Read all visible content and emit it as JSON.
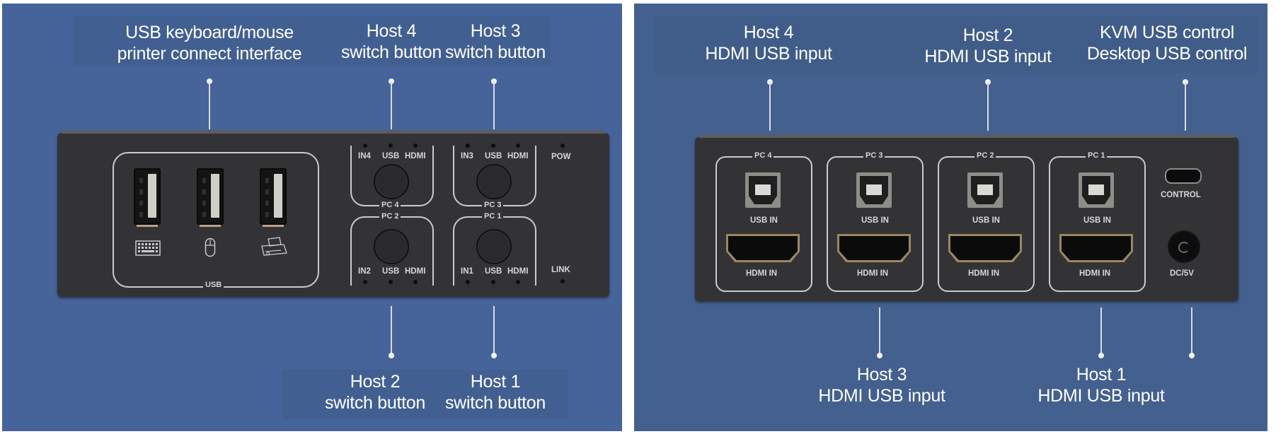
{
  "colors": {
    "panel_left_bg": "#46639a",
    "panel_right_bg": "#43608e",
    "device_body": "#333336",
    "callout_text": "#ffffff",
    "silkscreen": "#c9cbcf",
    "hdmi_gold": "#9c8760"
  },
  "front_panel": {
    "callouts_top": [
      {
        "line1": "USB keyboard/mouse",
        "line2": "printer connect interface"
      },
      {
        "line1": "Host 4",
        "line2": "switch button"
      },
      {
        "line1": "Host 3",
        "line2": "switch button"
      }
    ],
    "callouts_bottom": [
      {
        "line1": "Host 2",
        "line2": "switch button"
      },
      {
        "line1": "Host 1",
        "line2": "switch button"
      }
    ],
    "usb_group_label": "USB",
    "usb_ports": [
      {
        "icon": "keyboard-icon"
      },
      {
        "icon": "mouse-icon"
      },
      {
        "icon": "printer-icon"
      }
    ],
    "switch_groups": [
      {
        "pc": "PC 4",
        "in": "IN4",
        "usb": "USB",
        "hdmi": "HDMI"
      },
      {
        "pc": "PC 3",
        "in": "IN3",
        "usb": "USB",
        "hdmi": "HDMI"
      },
      {
        "pc": "PC 2",
        "in": "IN2",
        "usb": "USB",
        "hdmi": "HDMI"
      },
      {
        "pc": "PC 1",
        "in": "IN1",
        "usb": "USB",
        "hdmi": "HDMI"
      }
    ],
    "pow_label": "POW",
    "link_label": "LINK"
  },
  "rear_panel": {
    "callouts_top": [
      {
        "line1": "Host 4",
        "line2": "HDMI USB input"
      },
      {
        "line1": "Host 2",
        "line2": "HDMI USB input"
      },
      {
        "line1": "KVM USB control",
        "line2": "Desktop USB control"
      }
    ],
    "callouts_bottom": [
      {
        "line1": "Host 3",
        "line2": "HDMI USB input"
      },
      {
        "line1": "Host 1",
        "line2": "HDMI USB input"
      }
    ],
    "ports": [
      {
        "pc": "PC 4",
        "usb_label": "USB IN",
        "hdmi_label": "HDMI IN"
      },
      {
        "pc": "PC 3",
        "usb_label": "USB IN",
        "hdmi_label": "HDMI IN"
      },
      {
        "pc": "PC 2",
        "usb_label": "USB IN",
        "hdmi_label": "HDMI IN"
      },
      {
        "pc": "PC 1",
        "usb_label": "USB IN",
        "hdmi_label": "HDMI IN"
      }
    ],
    "control_label": "CONTROL",
    "dc_label": "DC/5V"
  }
}
